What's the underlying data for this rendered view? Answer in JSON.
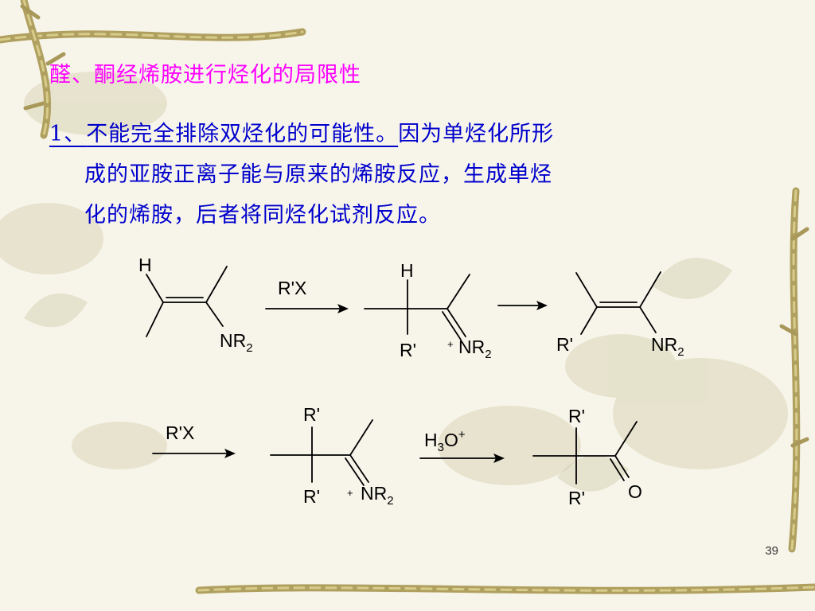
{
  "slide": {
    "title": "醛、酮经烯胺进行烃化的局限性",
    "point_number": "1、",
    "point_heading": "不能完全排除双烃化的可能性。",
    "point_text_line1": "因为单烃化所形",
    "point_text_line2": "成的亚胺正离子能与原来的烯胺反应，生成单烃",
    "point_text_line3": "化的烯胺，后者将同烃化试剂反应。",
    "page_number": "39"
  },
  "colors": {
    "title": "#ff00ff",
    "body": "#0000cc",
    "background": "#f7f5ea"
  },
  "scheme": {
    "row1": {
      "enamine_H": "H",
      "enamine_NR": "NR",
      "enamine_sub": "2",
      "reagent": "R'X",
      "iminium_H": "H",
      "iminium_R": "R'",
      "iminium_plus": "+",
      "iminium_NR": "NR",
      "iminium_sub": "2",
      "enamine2_R": "R'",
      "enamine2_NR": "NR",
      "enamine2_sub": "2"
    },
    "row2": {
      "reagent": "R'X",
      "dialkyl_R_top": "R'",
      "dialkyl_R_bottom": "R'",
      "dialkyl_plus": "+",
      "dialkyl_NR": "NR",
      "dialkyl_sub": "2",
      "hydrolysis_H": "H",
      "hydrolysis_sub": "3",
      "hydrolysis_O": "O",
      "hydrolysis_plus": "+",
      "ketone_R_top": "R'",
      "ketone_R_bottom": "R'",
      "ketone_O": "O"
    }
  }
}
